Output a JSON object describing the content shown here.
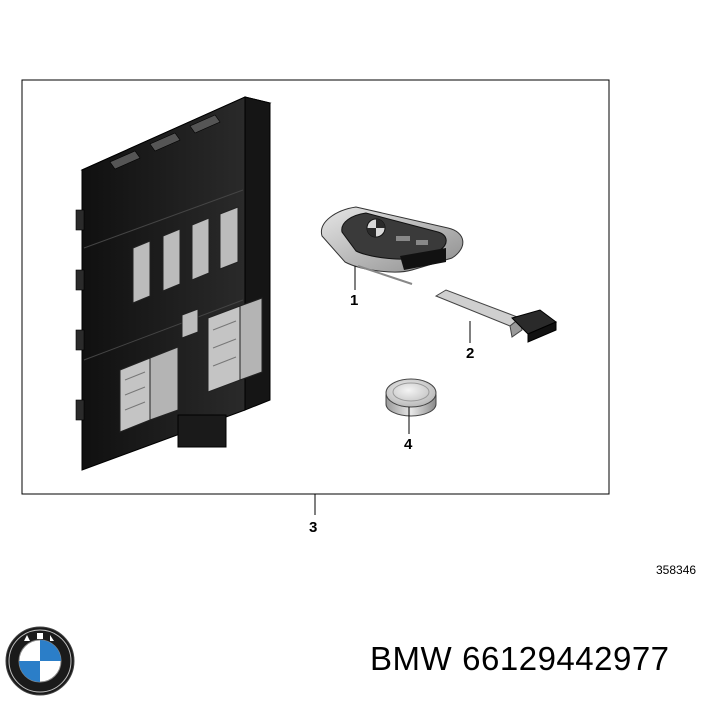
{
  "diagram": {
    "callouts": [
      "1",
      "2",
      "3",
      "4"
    ],
    "reference_number": "358346"
  },
  "footer": {
    "brand": "BMW",
    "part_number": "66129442977",
    "logo_icon": "bmw-roundel-logo"
  },
  "colors": {
    "module_body": "#1f1f1f",
    "connector": "#bcbcbc",
    "key_shell": "#3a3a3a",
    "key_trim": "#c8c8c8",
    "battery": "#d2d2d2"
  }
}
